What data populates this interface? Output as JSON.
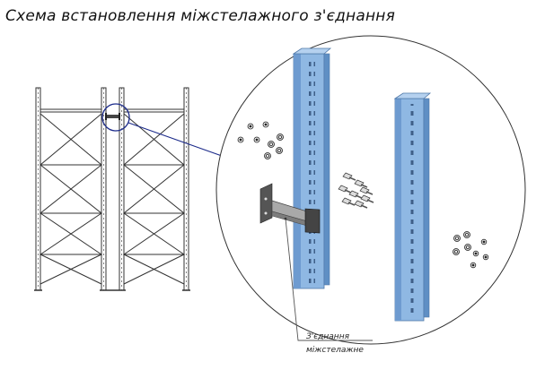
{
  "diagram": {
    "title": "Схема встановлення міжстелажного з'єднання",
    "callout": {
      "line1": "З'єднання",
      "line2": "міжстелажне"
    }
  },
  "colors": {
    "upright_blue": "#8fb8e3",
    "upright_shade": "#5f8fc4",
    "connector_gray": "#9a9a9a",
    "connector_dark": "#3a3a3a",
    "leader_line": "#1b2a8a",
    "frame_line": "#333333"
  }
}
